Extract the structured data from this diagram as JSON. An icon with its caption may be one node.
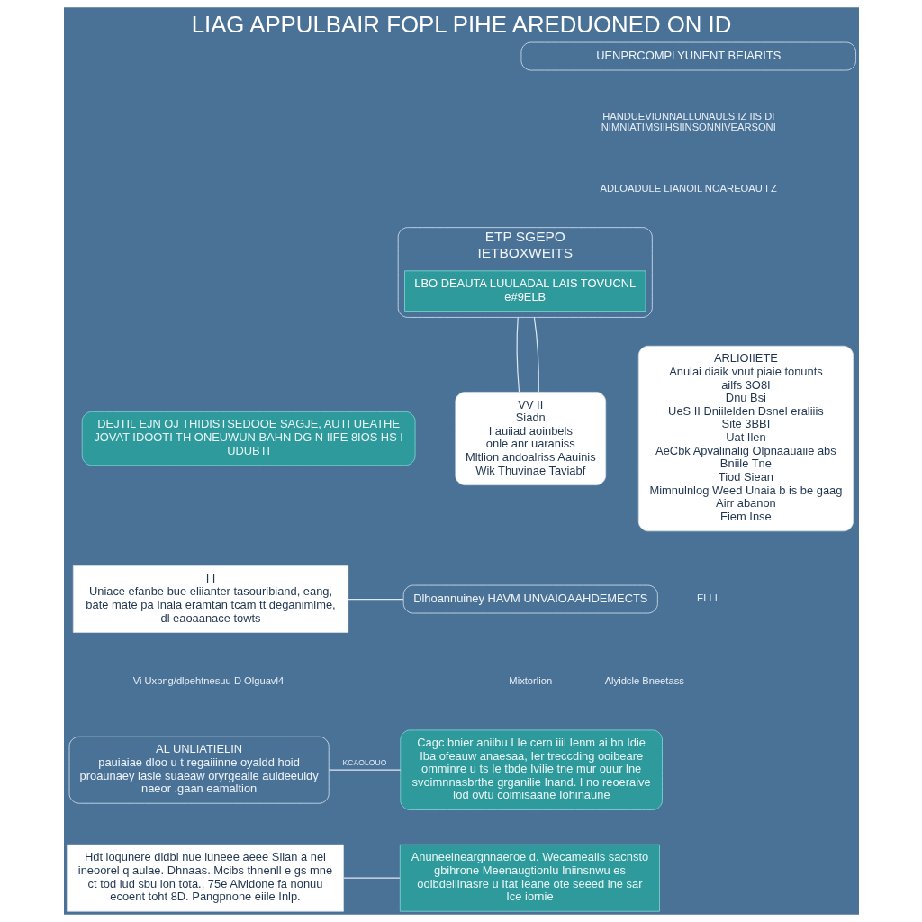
{
  "diagram": {
    "title": "LIAG APPULBAIR FOPL PIHE AREDUONED ON ID",
    "nodes": [
      {
        "text": [
          "UENPRCOMPLYUNENT BEIARITS"
        ]
      },
      {
        "text": [
          "ETP SGEPO",
          "IETBOXWEITS"
        ]
      },
      {
        "text": [
          "LBO DEAUTA LUULADAL LAIS TOVUCNL",
          "e#9ELB"
        ],
        "in": 1
      },
      {
        "text": [
          "DEJTIL EJN OJ THIDISTSEDOOE SAGJE, AUTI UEATHE JOVAT IDOOTI TH ONEUWUN BAHN DG N IIFE 8IOS HS I UDUBTI"
        ]
      },
      {
        "text": [
          "VV II",
          "Siadn",
          "I auiiad aoinbels",
          "onle anr uaraniss",
          "Mltlion andoalriss Aauinis",
          "Wik Thuvinae Taviabf"
        ]
      },
      {
        "text": [
          "ARLIOIIETE",
          "Anulai diaik vnut piaie tonunts ailfs 3O8I",
          "Dnu Bsi",
          "UeS II Dniilelden Dsnel eraliiis Site 3BBI",
          "Uat Ilen",
          "AeCbk Apvalinalig Olpnaauaiie abs Bniile Tne",
          "Tiod Siean",
          "Mimnulnlog Weed Unaia b is be gaag Airr abanon",
          "Fiem Inse"
        ]
      },
      {
        "text": [
          "I I",
          "Uniace efanbe bue eliianter tasouribiand, eang, bate mate pa Inala eramtan tcam tt deganimlme, dl eaoaanace towts"
        ]
      },
      {
        "text": [
          "Dlhoannuiney HAVM UNVAIOAAHDEMECTS"
        ]
      },
      {
        "text": [
          "AL UNLIATIELIN",
          "pauiaiae dloo u t regaiiinne oyaldd hoid proaunaey lasie suaeaw oryrgeaiie auideeuldy naeor .gaan eamaltion"
        ]
      },
      {
        "text": [
          "Cagc bnier aniibu I Ie cern iiil Ienm ai bn Idie Iba ofeauw anaesaa, Ier treccding ooibeare omminre u ts Ie tbde Ivilie tne mur ouur lne svoimnnasbrthe grganilie Inand. I no reoeraive Iod ovtu coimisaane Iohinaune"
        ]
      },
      {
        "text": [
          "Hdt ioqunere didbi nue luneee aeee Siian a nel ineoorel q aulae. Dhnaas. Mcibs thnenll e gs mne ct tod lud sbu lon tota., 75e Aividone fa nonuu ecoent toht 8D. Pangpnone eiile Inlp."
        ]
      },
      {
        "text": [
          "Anuneeineargnnaeroe d. Wecamealis sacnsto gbihrone Meenaugtionlu Iniinsnwu es ooibdeliinasre u Itat Ieane ote seeed ine sar Ice iornie"
        ]
      }
    ],
    "edges": [
      {
        "from": 1,
        "to": 4,
        "arrow": "none"
      },
      {
        "from": 1,
        "to": 4,
        "arrow": "none"
      },
      {
        "from": 6,
        "to": 7,
        "arrow": "none"
      },
      {
        "from": 8,
        "to": 9,
        "label": "KCAOLOUO",
        "arrow": "none"
      },
      {
        "from": 10,
        "to": 11,
        "arrow": "none"
      }
    ],
    "labels": [
      "HANDUEVIUNNALLUNAULS IZ IIS DI NIMNIATIMSIIHSIINSONNIVEARSONI",
      "ADLOADULE LIANOIL NOAREOAU I Z",
      "Vi Uxpng/dlpehtnesuu D Olguavl4",
      "Mixtorlion",
      "Alyidcle Bneetass",
      "ELLI"
    ]
  }
}
